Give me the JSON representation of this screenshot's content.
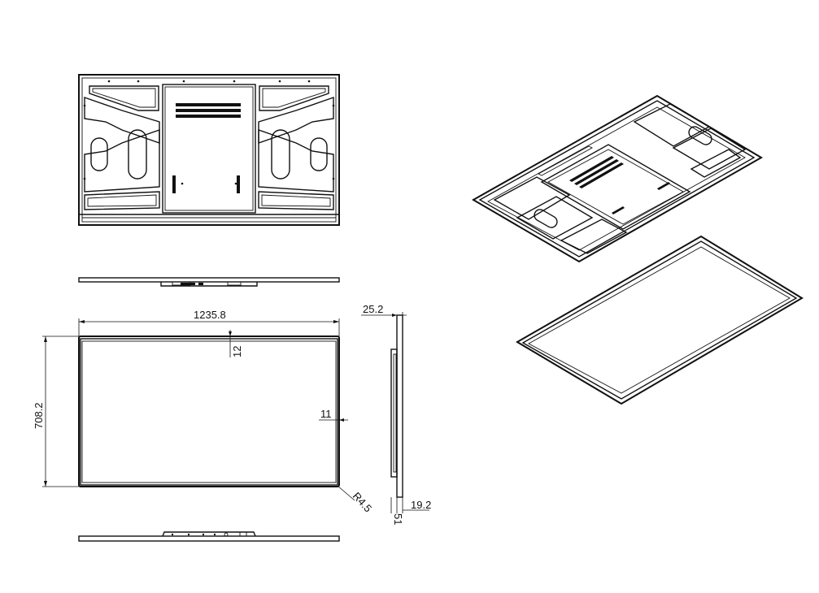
{
  "dimensions": {
    "width": "1235.8",
    "height": "708.2",
    "top_bezel": "12",
    "side_bezel": "11",
    "corner_radius": "R4.5",
    "depth_total": "25.2",
    "depth_edge": "19.2",
    "depth_bottom": "51"
  }
}
